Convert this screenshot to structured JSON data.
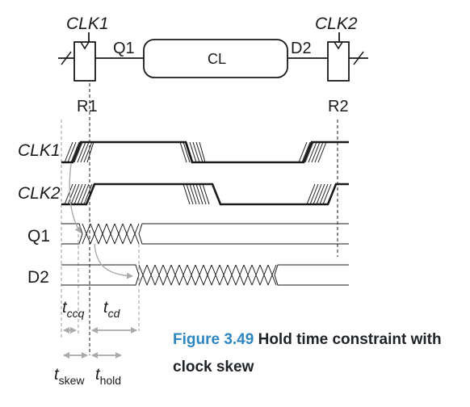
{
  "circuit": {
    "clk1_label": "CLK1",
    "clk2_label": "CLK2",
    "q1_label": "Q1",
    "d2_label": "D2",
    "logic_label": "CL",
    "reg1_label": "R1",
    "reg2_label": "R2"
  },
  "timing": {
    "signals": [
      "CLK1",
      "CLK2",
      "Q1",
      "D2"
    ],
    "tccq": {
      "base": "t",
      "sub": "ccq"
    },
    "tcd": {
      "base": "t",
      "sub": "cd"
    },
    "tskew": {
      "base": "t",
      "sub": "skew"
    },
    "thold": {
      "base": "t",
      "sub": "hold"
    }
  },
  "caption": {
    "figure_number": "Figure 3.49",
    "text": "Hold time constraint with clock skew"
  },
  "colors": {
    "figure_number": "#2e86c1",
    "wave": "#1a1a1a",
    "arrow_gray": "#aaaaaa"
  }
}
